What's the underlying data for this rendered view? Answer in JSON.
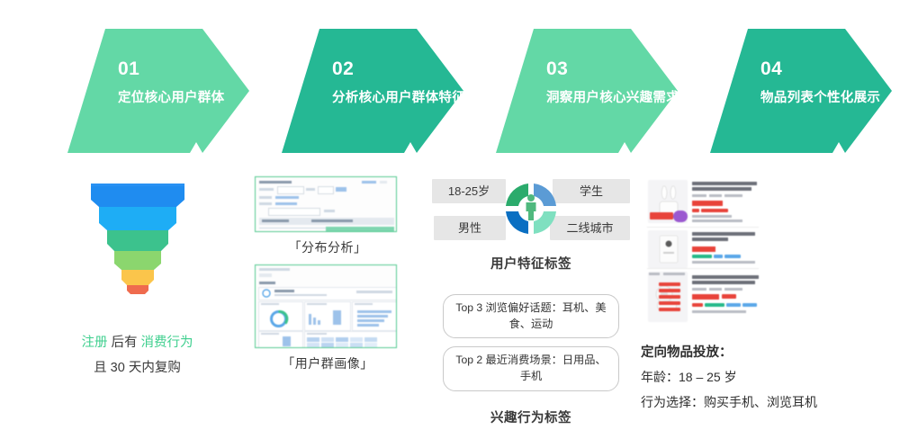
{
  "process_steps": [
    {
      "number": "01",
      "label": "定位核心用户群体",
      "color": "#63d8a6"
    },
    {
      "number": "02",
      "label": "分析核心用户群体特征",
      "color": "#25b894"
    },
    {
      "number": "03",
      "label": "洞察用户核心兴趣需求",
      "color": "#63d8a6"
    },
    {
      "number": "04",
      "label": "物品列表个性化展示",
      "color": "#25b894"
    }
  ],
  "funnel": {
    "icon_name": "funnel-chart-icon",
    "layers": [
      {
        "color": "#1f8cf0"
      },
      {
        "color": "#1eadf5"
      },
      {
        "color": "#3cc28d"
      },
      {
        "color": "#8bd66e"
      },
      {
        "color": "#fbc54b"
      },
      {
        "color": "#ef6b4e"
      }
    ],
    "line1": [
      {
        "text": "注册",
        "highlight": true
      },
      {
        "text": "后有",
        "highlight": false
      },
      {
        "text": "消费行为",
        "highlight": true
      }
    ],
    "line1_plain": "注册 后有 消费行为",
    "line2": "且 30 天内复购",
    "highlight_color": "#3ecf8e"
  },
  "screenshots": [
    {
      "caption": "「分布分析」",
      "name": "distribution-analysis"
    },
    {
      "caption": "「用户群画像」",
      "name": "user-group-profile"
    }
  ],
  "persona": {
    "title": "用户特征标签",
    "icon_name": "person-donut-icon",
    "chips": [
      {
        "label": "18-25岁",
        "position": "top-left"
      },
      {
        "label": "学生",
        "position": "top-right"
      },
      {
        "label": "男性",
        "position": "bottom-left"
      },
      {
        "label": "二线城市",
        "position": "bottom-right"
      }
    ],
    "donut_colors": {
      "top_left": "#2bab6c",
      "top_right": "#5b9bd5",
      "bottom_left": "#0a6fc2",
      "bottom_right": "#7fe0c0",
      "person": "#4fb97e"
    }
  },
  "interest": {
    "title": "兴趣行为标签",
    "tags": [
      "Top 3 浏览偏好话题：耳机、美食、运动",
      "Top 2 最近消费场景：日用品、手机"
    ]
  },
  "products": {
    "icon_name": "product-list-mockup",
    "items": [
      {
        "title": "Apple AirPods Pro 主动降噪蓝牙耳机 适用iPhone/iPad/Apple…",
        "price": "¥1899.00"
      },
      {
        "title": "【新人减运费】MINISO经典蓝牙耳机(黑色)/件",
        "price": "¥15.00"
      },
      {
        "title": "漫步者（EDIFIER）LolliPods 无线蓝牙耳机 半入耳式耳机",
        "price": "¥208.00"
      }
    ],
    "caption_heading": "定向物品投放：",
    "caption_lines": [
      "年龄：18 – 25 岁",
      "行为选择：购买手机、浏览耳机"
    ]
  }
}
